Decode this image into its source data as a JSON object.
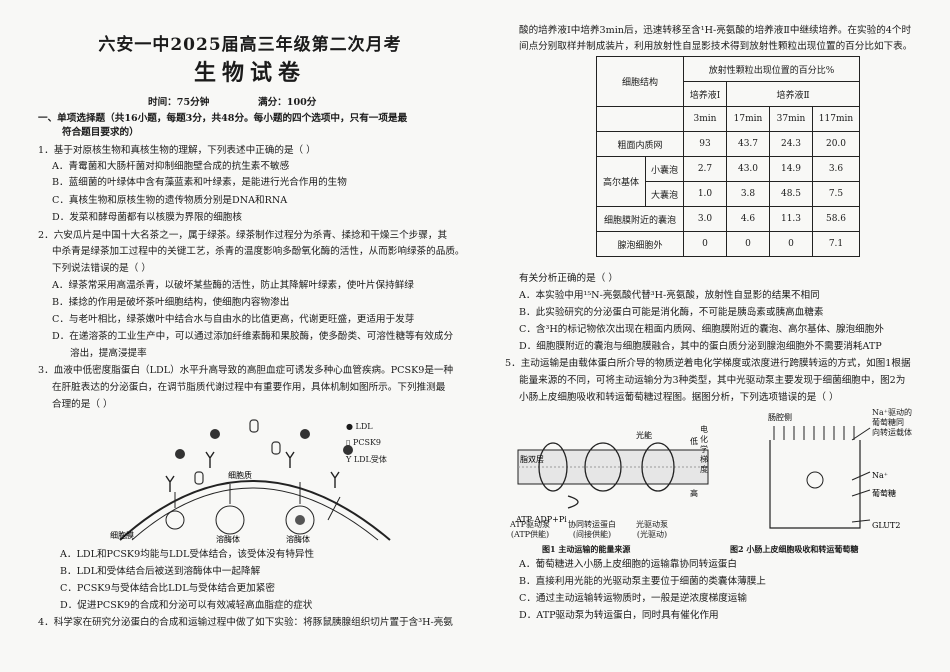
{
  "header": {
    "title": "六安一中2025届高三年级第二次月考",
    "subtitle": "生物试卷",
    "time": "时间：75分钟",
    "score": "满分：100分"
  },
  "section1": {
    "heading_line1": "一、单项选择题（共16小题，每题3分，共48分。每小题的四个选项中，只有一项是最",
    "heading_line2": "符合题目要求的）"
  },
  "q1": {
    "stem": "1．基于对原核生物和真核生物的理解，下列表述中正确的是（    ）",
    "a": "A．青霉菌和大肠杆菌对抑制细胞壁合成的抗生素不敏感",
    "b": "B．蓝细菌的叶绿体中含有藻蓝素和叶绿素，是能进行光合作用的生物",
    "c": "C．真核生物和原核生物的遗传物质分别是DNA和RNA",
    "d": "D．发菜和酵母菌都有以核膜为界限的细胞核"
  },
  "q2": {
    "l1": "2．六安瓜片是中国十大名茶之一，属于绿茶。绿茶制作过程分为杀青、揉捻和干燥三个步骤，其",
    "l2": "中杀青是绿茶加工过程中的关键工艺，杀青的温度影响多酚氧化酶的活性，从而影响绿茶的品质。",
    "l3": "下列说法错误的是（    ）",
    "a": "A．绿茶常采用高温杀青，以破坏某些酶的活性，防止其降解叶绿素，使叶片保持鲜绿",
    "b": "B．揉捻的作用是破坏茶叶细胞结构，使细胞内容物渗出",
    "c": "C．与老叶相比，绿茶嫩叶中结合水与自由水的比值更高，代谢更旺盛，更适用于发芽",
    "d1": "D．在递溶茶的工业生产中，可以通过添加纤维素酶和果胶酶，使多酚类、可溶性糖等有效成分",
    "d2": "溶出，提高浸提率"
  },
  "q3": {
    "l1": "3．血液中低密度脂蛋白（LDL）水平升高导致的高胆血症可诱发多种心血管疾病。PCSK9是一种",
    "l2": "在肝脏表达的分泌蛋白，在调节脂质代谢过程中有重要作用，具体机制如图所示。下列推测最",
    "l3": "合理的是（    ）",
    "legend": [
      "LDL",
      "PCSK9",
      "LDL受体"
    ],
    "fig_labels": [
      "细胞质",
      "细胞膜",
      "溶酶体",
      "溶酶体"
    ],
    "a": "A．LDL和PCSK9均能与LDL受体结合，该受体没有特异性",
    "b": "B．LDL和受体结合后被送到溶酶体中一起降解",
    "c": "C．PCSK9与受体结合比LDL与受体结合更加紧密",
    "d": "D．促进PCSK9的合成和分泌可以有效减轻高血脂症的症状"
  },
  "q4": {
    "l1": "4．科学家在研究分泌蛋白的合成和运输过程中做了如下实验：将豚鼠胰腺组织切片置于含³H-亮氨",
    "r1": "酸的培养液Ⅰ中培养3min后，迅速转移至含¹H-亮氨酸的培养液Ⅱ中继续培养。在实验的4个时",
    "r2": "间点分别取样并制成装片，利用放射性自显影技术得到放射性颗粒出现位置的百分比如下表。",
    "table": {
      "col_group": "放射性颗粒出现位置的百分比%",
      "row_head": "细胞结构",
      "medium1": "培养液Ⅰ",
      "medium2": "培养液Ⅱ",
      "times": [
        "3min",
        "17min",
        "37min",
        "117min"
      ],
      "golgi": "高尔基体",
      "rows": [
        {
          "name": "粗面内质网",
          "values": [
            "93",
            "43.7",
            "24.3",
            "20.0"
          ]
        },
        {
          "name": "小囊泡",
          "values": [
            "2.7",
            "43.0",
            "14.9",
            "3.6"
          ]
        },
        {
          "name": "大囊泡",
          "values": [
            "1.0",
            "3.8",
            "48.5",
            "7.5"
          ]
        },
        {
          "name": "细胞膜附近的囊泡",
          "values": [
            "3.0",
            "4.6",
            "11.3",
            "58.6"
          ]
        },
        {
          "name": "腺泡细胞外",
          "values": [
            "0",
            "0",
            "0",
            "7.1"
          ]
        }
      ]
    },
    "q": "有关分析正确的是（    ）",
    "a": "A．本实验中用¹⁵N-亮氨酸代替³H-亮氨酸，放射性自显影的结果不相同",
    "b": "B．此实验研究的分泌蛋白可能是消化酶，不可能是胰岛素或胰高血糖素",
    "c": "C．含³H的标记物依次出现在粗面内质网、细胞膜附近的囊泡、高尔基体、腺泡细胞外",
    "d": "D．细胞膜附近的囊泡与细胞膜融合，其中的蛋白质分泌到腺泡细胞外不需要消耗ATP"
  },
  "q5": {
    "l1": "5．主动运输是由载体蛋白所介导的物质逆着电化学梯度或浓度进行跨膜转运的方式，如图1根据",
    "l2": "能量来源的不同，可将主动运输分为3种类型，其中光驱动泵主要发现于细菌细胞中，图2为",
    "l3": "小肠上皮细胞吸收和转运葡萄糖过程图。据图分析，下列选项错误的是（    ）",
    "fig1_labels": [
      "光能",
      "低",
      "电化学梯度",
      "高",
      "脂双层",
      "ATP ADP+Pi"
    ],
    "fig1_types": [
      "ATP驱动泵\n(ATP供能)",
      "协同转运蛋白\n(间接供能)",
      "光驱动泵\n(光驱动)"
    ],
    "fig1_caption": "图1 主动运输的能量来源",
    "fig2_labels": [
      "肠腔侧",
      "Na⁺驱动的\n葡萄糖同\n向转运载体",
      "Na⁺",
      "葡萄糖",
      "GLUT2"
    ],
    "fig2_caption": "图2 小肠上皮细胞吸收和转运葡萄糖",
    "a": "A．葡萄糖进入小肠上皮细胞的运输靠协同转运蛋白",
    "b": "B．直接利用光能的光驱动泵主要位于细菌的类囊体薄膜上",
    "c": "C．通过主动运输转运物质时，一般是逆浓度梯度运输",
    "d": "D．ATP驱动泵为转运蛋白，同时具有催化作用"
  }
}
